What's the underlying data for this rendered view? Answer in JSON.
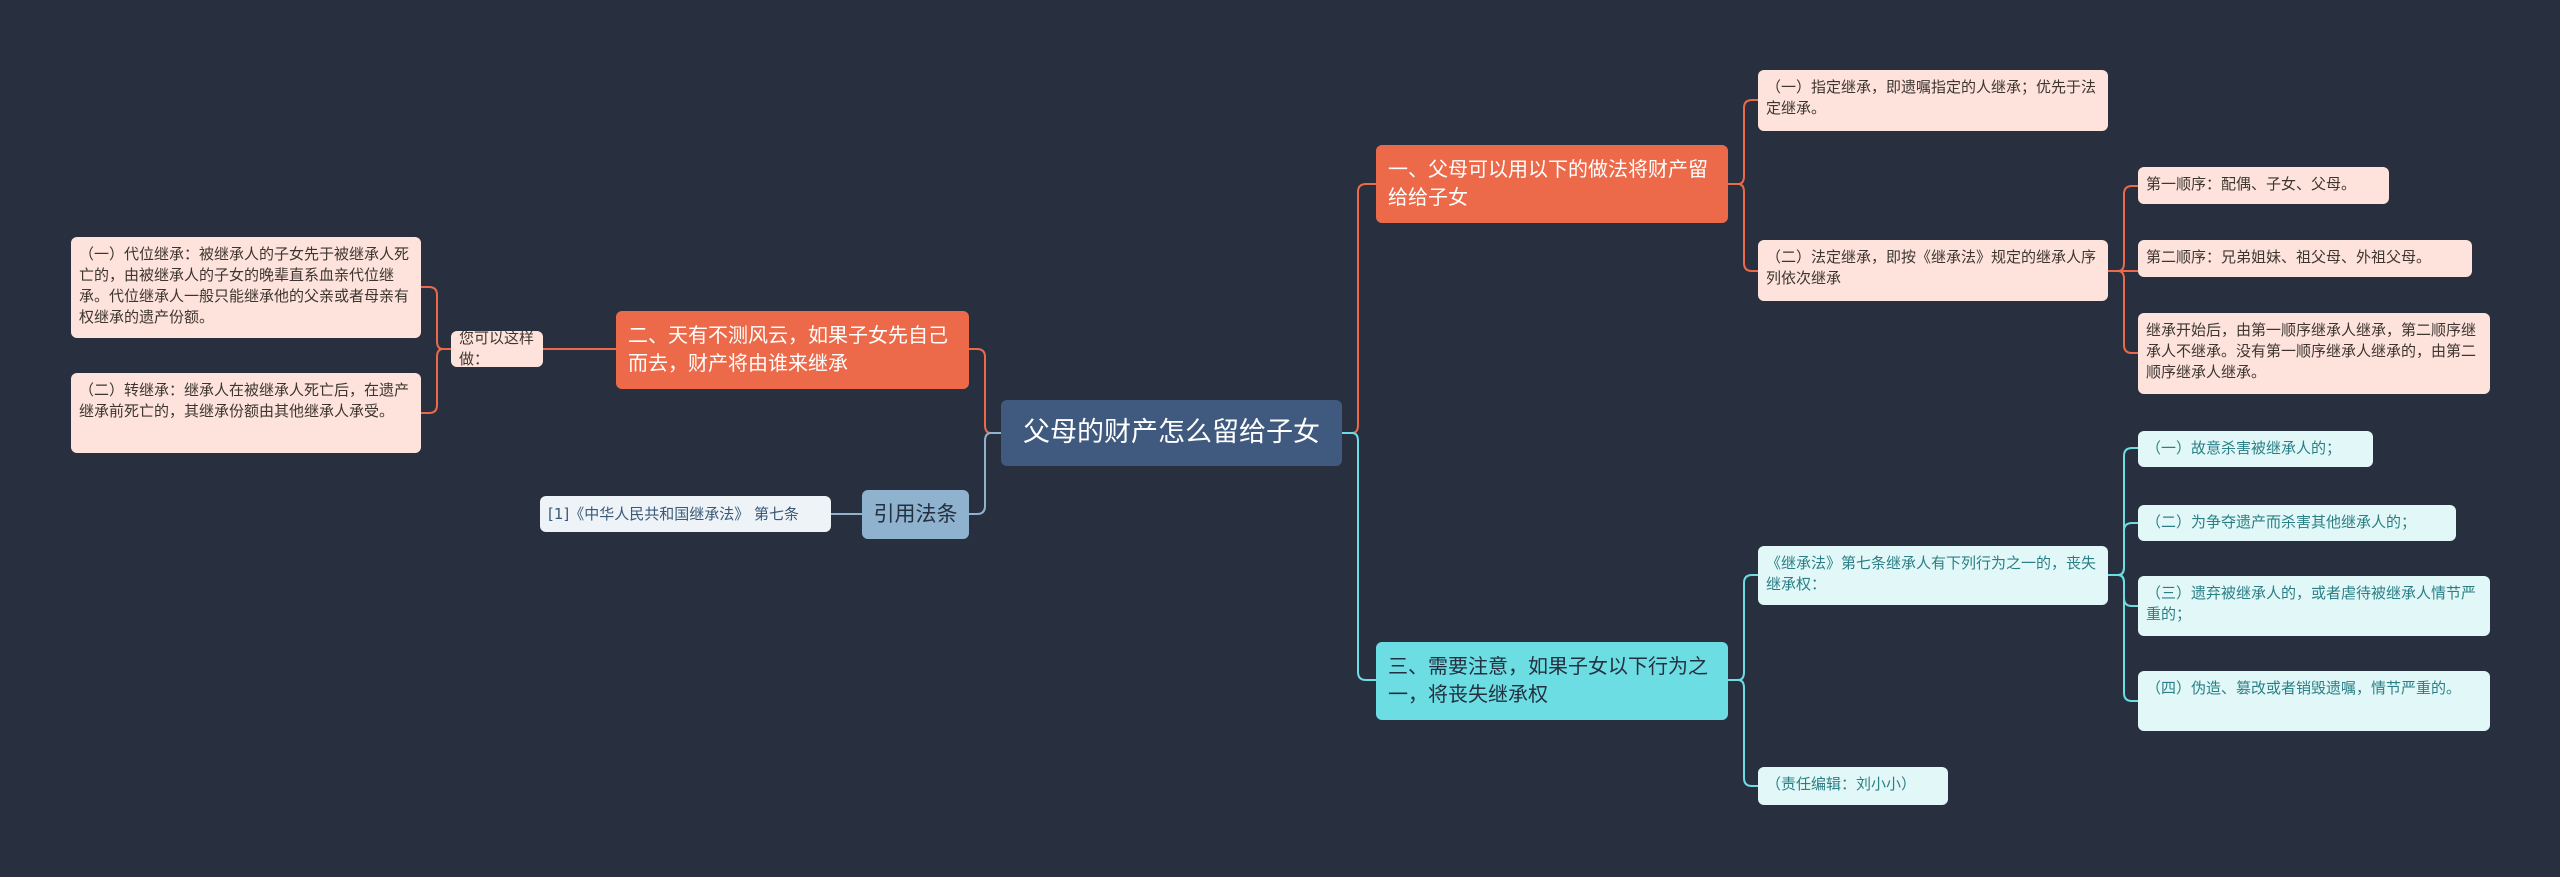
{
  "colors": {
    "background": "#283040",
    "root": "#3f5a7e",
    "branch_orange": "#ec6a4a",
    "branch_cyan": "#6bdde3",
    "branch_blue": "#8fb3cf",
    "leaf_pink": "#fde3dc",
    "leaf_cyan": "#e2f8f8"
  },
  "root": {
    "title": "父母的财产怎么留给子女"
  },
  "branch1": {
    "title": "一、父母可以用以下的做法将财产留给给子女",
    "child1": "（一）指定继承，即遗嘱指定的人继承；优先于法定继承。",
    "child2": "（二）法定继承，即按《继承法》规定的继承人序列依次继承",
    "order1": "第一顺序：配偶、子女、父母。",
    "order2": "第二顺序：兄弟姐妹、祖父母、外祖父母。",
    "order_note": "继承开始后，由第一顺序继承人继承，第二顺序继承人不继承。没有第一顺序继承人继承的，由第二顺序继承人继承。"
  },
  "branch2": {
    "title": "二、天有不测风云，如果子女先自己而去，财产将由谁来继承",
    "mid": "您可以这样做：",
    "leaf1": "（一）代位继承：被继承人的子女先于被继承人死亡的，由被继承人的子女的晚辈直系血亲代位继承。代位继承人一般只能继承他的父亲或者母亲有权继承的遗产份额。",
    "leaf2": "（二）转继承：继承人在被继承人死亡后，在遗产继承前死亡的，其继承份额由其他继承人承受。"
  },
  "branch3": {
    "title": "三、需要注意，如果子女以下行为之一，将丧失继承权",
    "clause": "《继承法》第七条继承人有下列行为之一的，丧失继承权：",
    "items": [
      "（一）故意杀害被继承人的；",
      "（二）为争夺遗产而杀害其他继承人的；",
      "（三）遗弃被继承人的，或者虐待被继承人情节严重的；",
      "（四）伪造、篡改或者销毁遗嘱，情节严重的。"
    ],
    "editor": "（责任编辑：刘小小）"
  },
  "branch4": {
    "title": "引用法条",
    "ref": "[1]《中华人民共和国继承法》 第七条"
  }
}
